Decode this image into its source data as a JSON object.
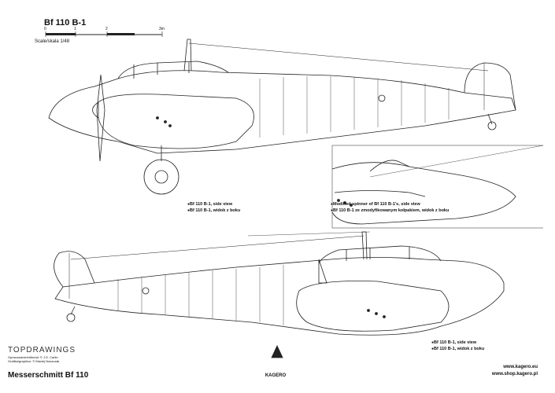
{
  "header": {
    "title": "Bf 110 B-1",
    "scale_ticks": [
      "0",
      "1",
      "2",
      "3m"
    ],
    "scale_label": "Scale/skala 1/48"
  },
  "captions": {
    "top_view": [
      "Bf 110 B-1, side view",
      "Bf 110 B-1, widok z boku"
    ],
    "modified_spinner": [
      "Modified spinner of Bf 110 B-1's, side view",
      "Bf 110 B-1 ze zmodyfikowanym kołpakiem, widok z boku"
    ],
    "bottom_view": [
      "Bf 110 B-1, side view",
      "Bf 110 B-1, widok z boku"
    ]
  },
  "footer": {
    "brand": "TOPDRAWINGS",
    "credits": [
      "Opracowanie/editorial: © J.D. Carlin",
      "Grafika/graphics: © Maciej Noszczak"
    ],
    "model_name": "Messerschmitt Bf 110",
    "publisher": "KAGERO",
    "urls": [
      "www.kagero.eu",
      "www.shop.kagero.pl"
    ]
  },
  "colors": {
    "line": "#222222",
    "background": "#ffffff"
  }
}
